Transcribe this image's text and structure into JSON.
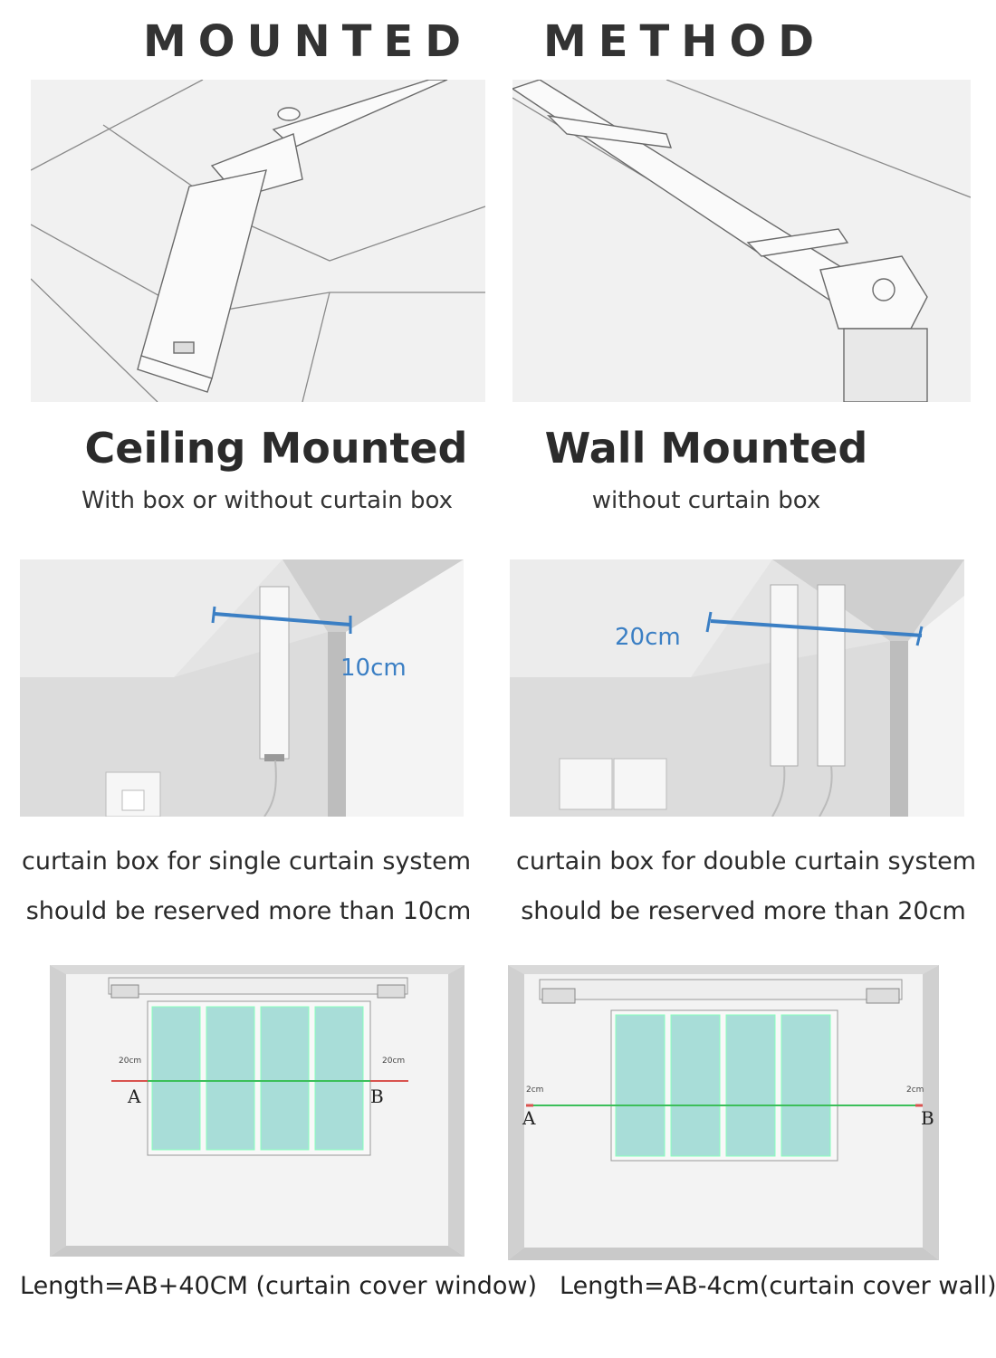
{
  "title": {
    "left": "MOUNTED",
    "right": "METHOD"
  },
  "top_left": {
    "heading": "Ceiling Mounted",
    "sub": "With box or without curtain box"
  },
  "top_right": {
    "heading": "Wall Mounted",
    "sub": "without curtain box"
  },
  "mid_left": {
    "measure": "10cm",
    "caption_line1": "curtain box for single curtain system",
    "caption_line2": "should be reserved more than 10cm"
  },
  "mid_right": {
    "measure": "20cm",
    "caption_line1": "curtain box for double curtain system",
    "caption_line2": "should be reserved more than 20cm"
  },
  "bottom_left": {
    "left_gap": "20cm",
    "right_gap": "20cm",
    "point_a": "A",
    "point_b": "B",
    "formula": "Length=AB+40CM (curtain cover window)"
  },
  "bottom_right": {
    "left_gap": "2cm",
    "right_gap": "2cm",
    "point_a": "A",
    "point_b": "B",
    "formula": "Length=AB-4cm(curtain cover wall)"
  },
  "colors": {
    "measure_blue": "#3b7fc4",
    "line_green": "#3cbf5a",
    "glass": "#a8ddd8",
    "marker_red": "#d9534f"
  }
}
